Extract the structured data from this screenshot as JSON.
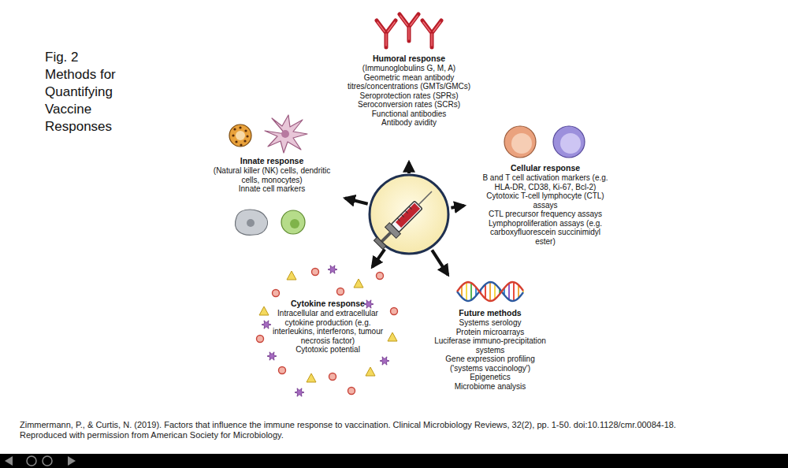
{
  "diagram": {
    "title": "Fig. 2 Methods for Quantifying Vaccine Responses",
    "caption": "Zimmermann, P., & Curtis, N. (2019). Factors that influence the immune response to vaccination. Clinical Microbiology Reviews, 32(2), pp. 1-50. doi:10.1128/cmr.00084-18. Reproduced with permission from American Society for Microbiology.",
    "nodes": [
      {
        "text": [
          "Humoral response",
          "(Immunoglobulins G, M, A)",
          "Geometric mean antibody titres/concentrations (GMTs/GMCs)",
          "Seroprotection rates (SPRs)",
          "Seroconversion rates (SCRs)",
          "Functional antibodies",
          "Antibody avidity"
        ]
      },
      {
        "text": [
          "Innate response",
          "(Natural killer (NK) cells, dendritic cells, monocytes)",
          "Innate cell markers"
        ]
      },
      {
        "text": [
          "Cellular response",
          "B and T cell activation markers (e.g. HLA-DR, CD38, Ki-67, Bcl-2)",
          "Cytotoxic T-cell lymphocyte (CTL) assays",
          "CTL precursor frequency assays",
          "Lymphoproliferation assays (e.g. carboxyfluorescein succinimidyl ester)"
        ]
      },
      {
        "text": [
          "Cytokine response",
          "Intracellular and extracellular cytokine production (e.g. interleukins, interferons, tumour necrosis factor)",
          "Cytotoxic potential"
        ]
      },
      {
        "text": [
          "Future methods",
          "Systems serology",
          "Protein microarrays",
          "Luciferase immuno-precipitation systems",
          "Gene expression profiling ('systems vaccinology')",
          "Epigenetics",
          "Microbiome analysis"
        ]
      }
    ]
  }
}
